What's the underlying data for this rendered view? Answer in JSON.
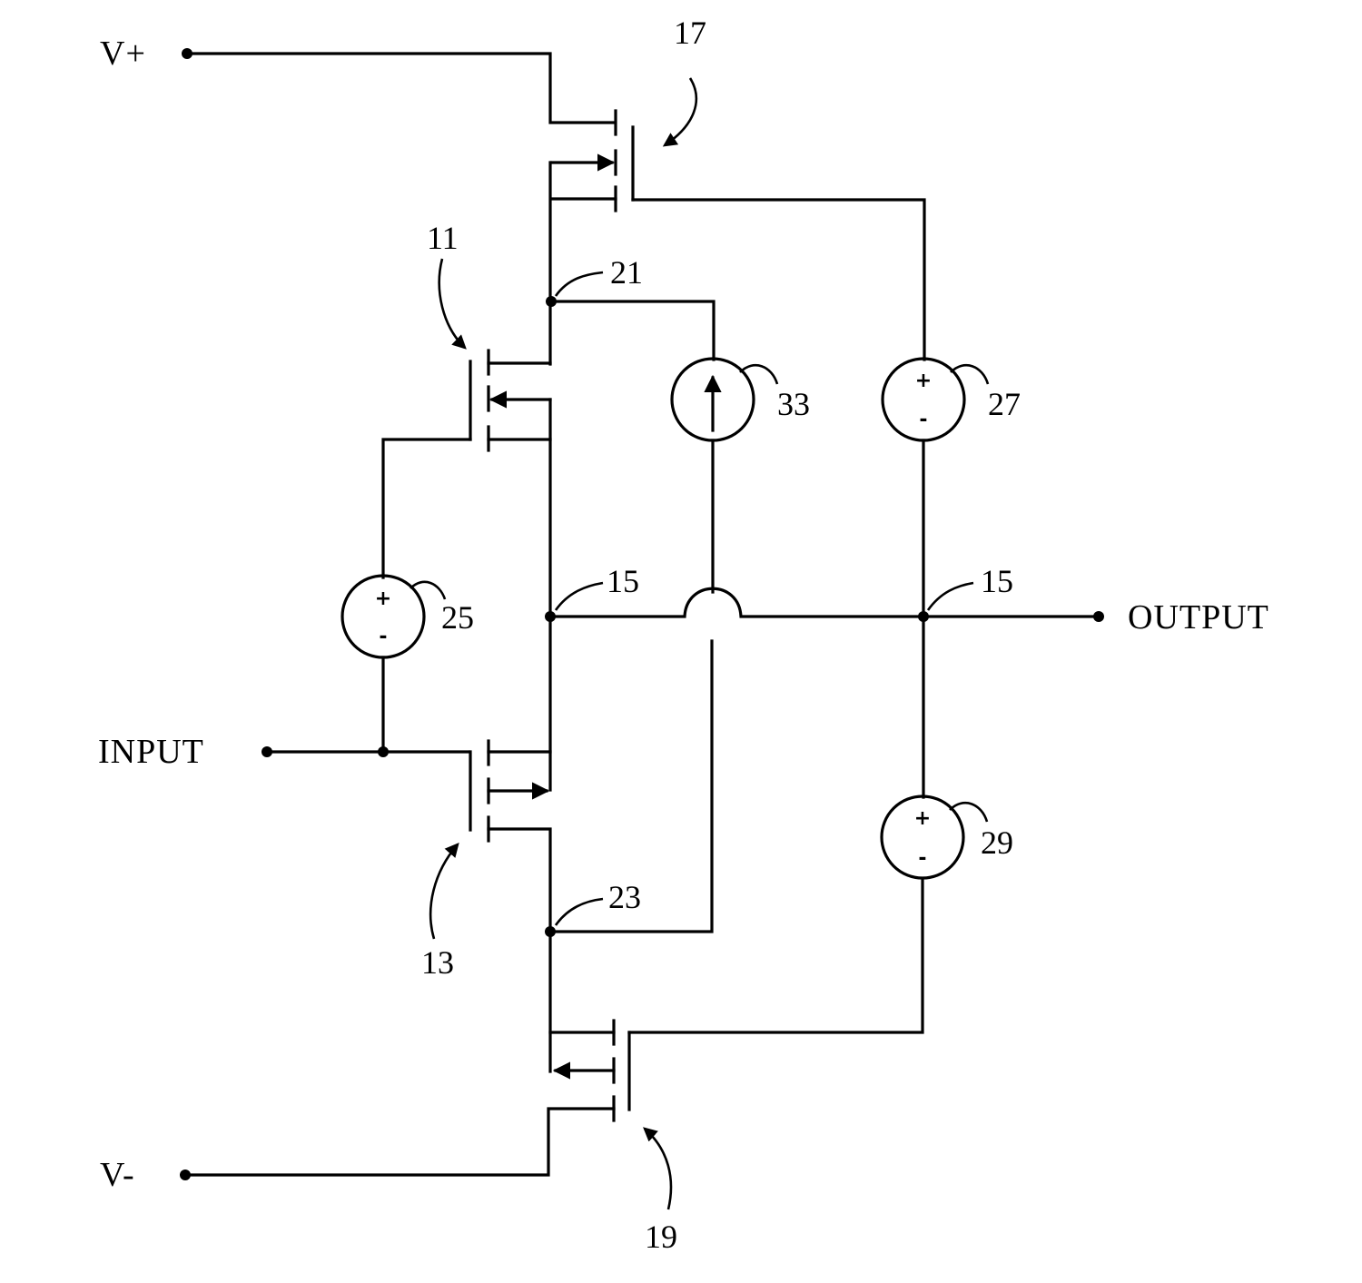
{
  "terminals": {
    "v_plus": "V+",
    "v_minus": "V-",
    "input": "INPUT",
    "output": "OUTPUT"
  },
  "references": {
    "transistor_upper": "11",
    "transistor_lower": "13",
    "output_node_left": "15",
    "output_node_right": "15",
    "transistor_top": "17",
    "transistor_bottom": "19",
    "node_upper": "21",
    "node_lower": "23",
    "source_input": "25",
    "source_top": "27",
    "source_bottom": "29",
    "current_source": "33"
  },
  "source_marks": {
    "plus": "+",
    "minus": "-"
  }
}
